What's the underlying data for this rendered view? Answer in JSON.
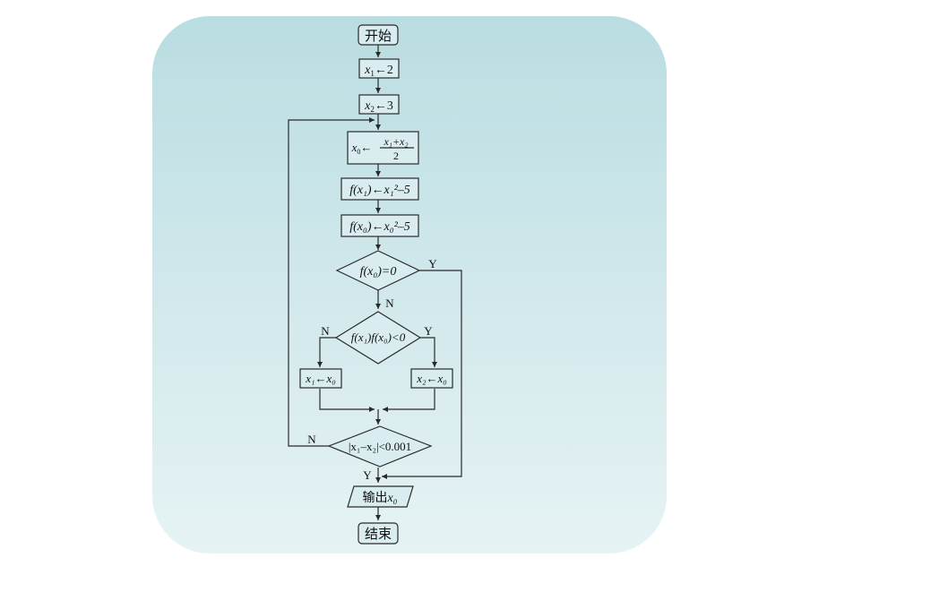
{
  "flowchart": {
    "start": "开始",
    "end": "结束",
    "output_prefix": "输出",
    "yes": "Y",
    "no": "N",
    "init_x1": {
      "var": "x",
      "sub": "1",
      "arrow": "←",
      "value": "2"
    },
    "init_x2": {
      "var": "x",
      "sub": "2",
      "arrow": "←",
      "value": "3"
    },
    "midpoint": {
      "var": "x",
      "sub": "0",
      "arrow": "←",
      "numerator": "x₁+x₂",
      "denominator": "2"
    },
    "f_x1": {
      "lhs": "f(x₁)",
      "arrow": "←",
      "rhs": "x₁²–5"
    },
    "f_x0": {
      "lhs": "f(x₀)",
      "arrow": "←",
      "rhs": "x₀²–5"
    },
    "cond_zero": "f(x₀)=0",
    "cond_sign": "f(x₁)f(x₀)<0",
    "assign_x1": "x₁←x₀",
    "assign_x2": "x₂←x₀",
    "cond_tol": "|x₁–x₂|<0.001",
    "output_var": "x₀"
  },
  "colors": {
    "panel_top": "#b9dde2",
    "panel_bottom": "#e6f3f4",
    "box_fill": "#d9ecef",
    "line": "#2a2a2a"
  }
}
